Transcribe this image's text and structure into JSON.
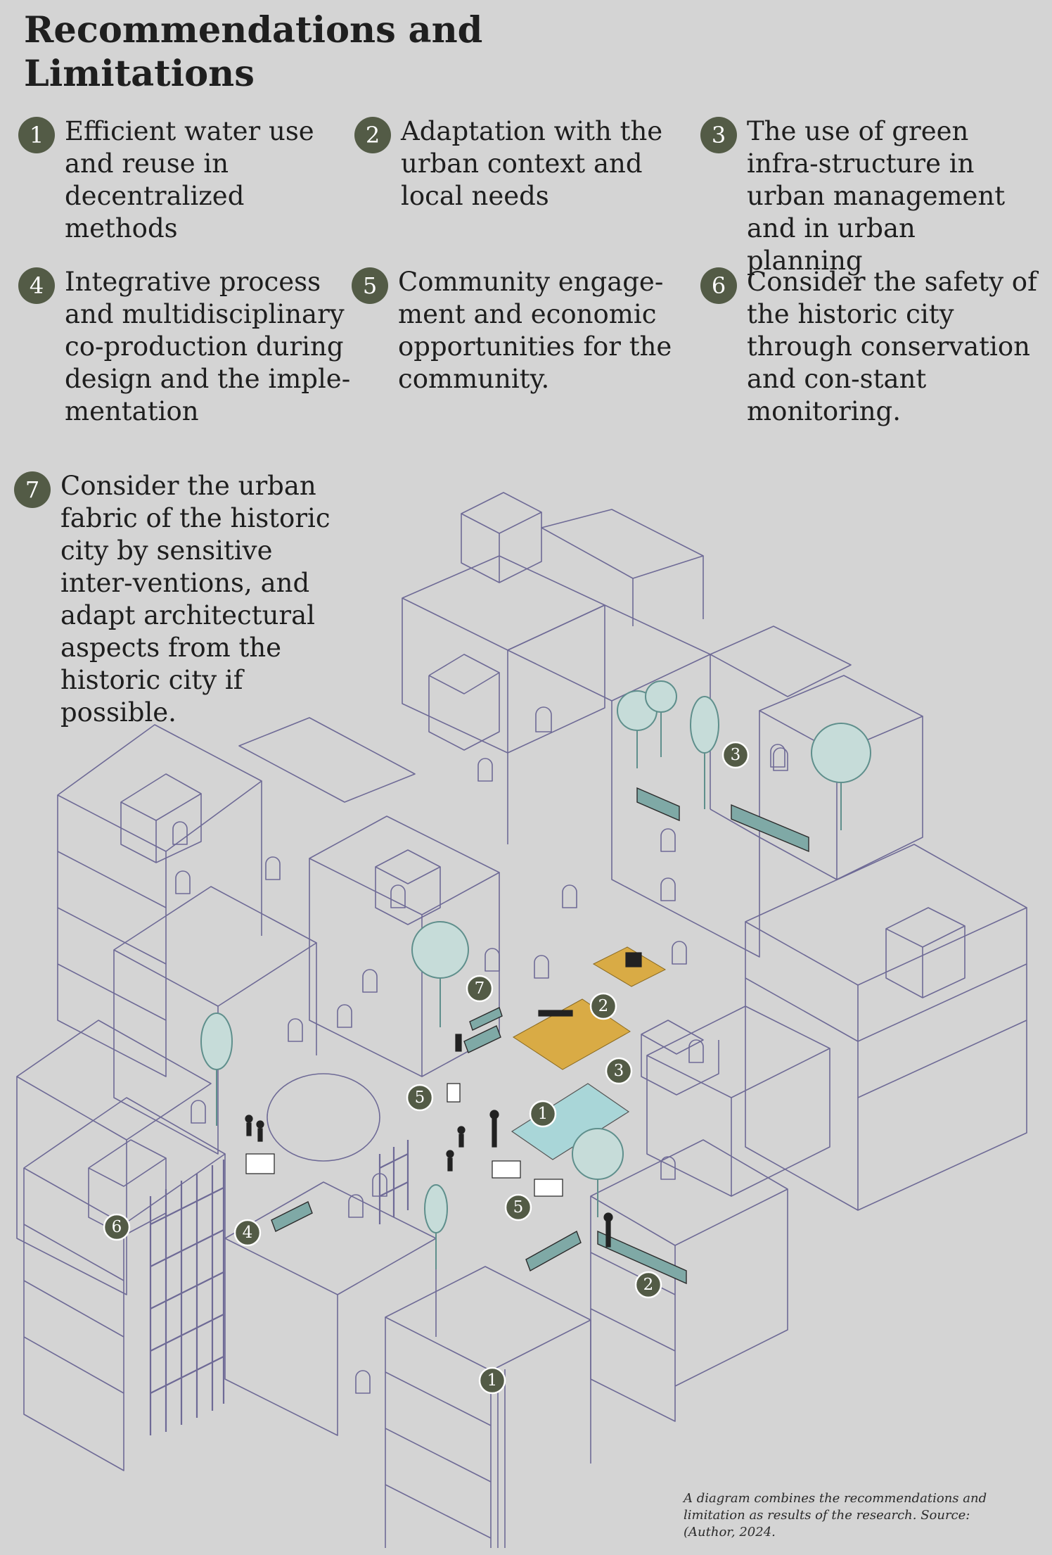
{
  "title": "Recommendations and Limitations",
  "recommendations": [
    {
      "number": "1",
      "text": "Efficient water use and reuse in decentralized methods"
    },
    {
      "number": "2",
      "text": "Adaptation with the urban context and local needs"
    },
    {
      "number": "3",
      "text": "The use of green infra-structure in urban management and in urban planning"
    },
    {
      "number": "4",
      "text": "Integrative process and multidisciplinary co-production during design and the imple-mentation"
    },
    {
      "number": "5",
      "text": "Community engage-ment and economic opportunities for the community."
    },
    {
      "number": "6",
      "text": "Consider the safety of the historic city through conservation and con-stant monitoring."
    },
    {
      "number": "7",
      "text": "Consider the urban fabric of the historic city by sensitive inter-ventions, and adapt architectural aspects from the historic city if possible."
    }
  ],
  "diagram_markers": [
    "3",
    "7",
    "2",
    "3",
    "5",
    "1",
    "5",
    "6",
    "4",
    "2",
    "1"
  ],
  "caption": "A diagram combines the recommendations and limitation as results of the research. Source: (Author, 2024.",
  "colors": {
    "background": "#d4d4d4",
    "badge": "#535b46",
    "building_lines": "#6e6a96",
    "paving": "#d9ab45",
    "water": "#a9d6d8",
    "plants": "#7fa9a6"
  }
}
